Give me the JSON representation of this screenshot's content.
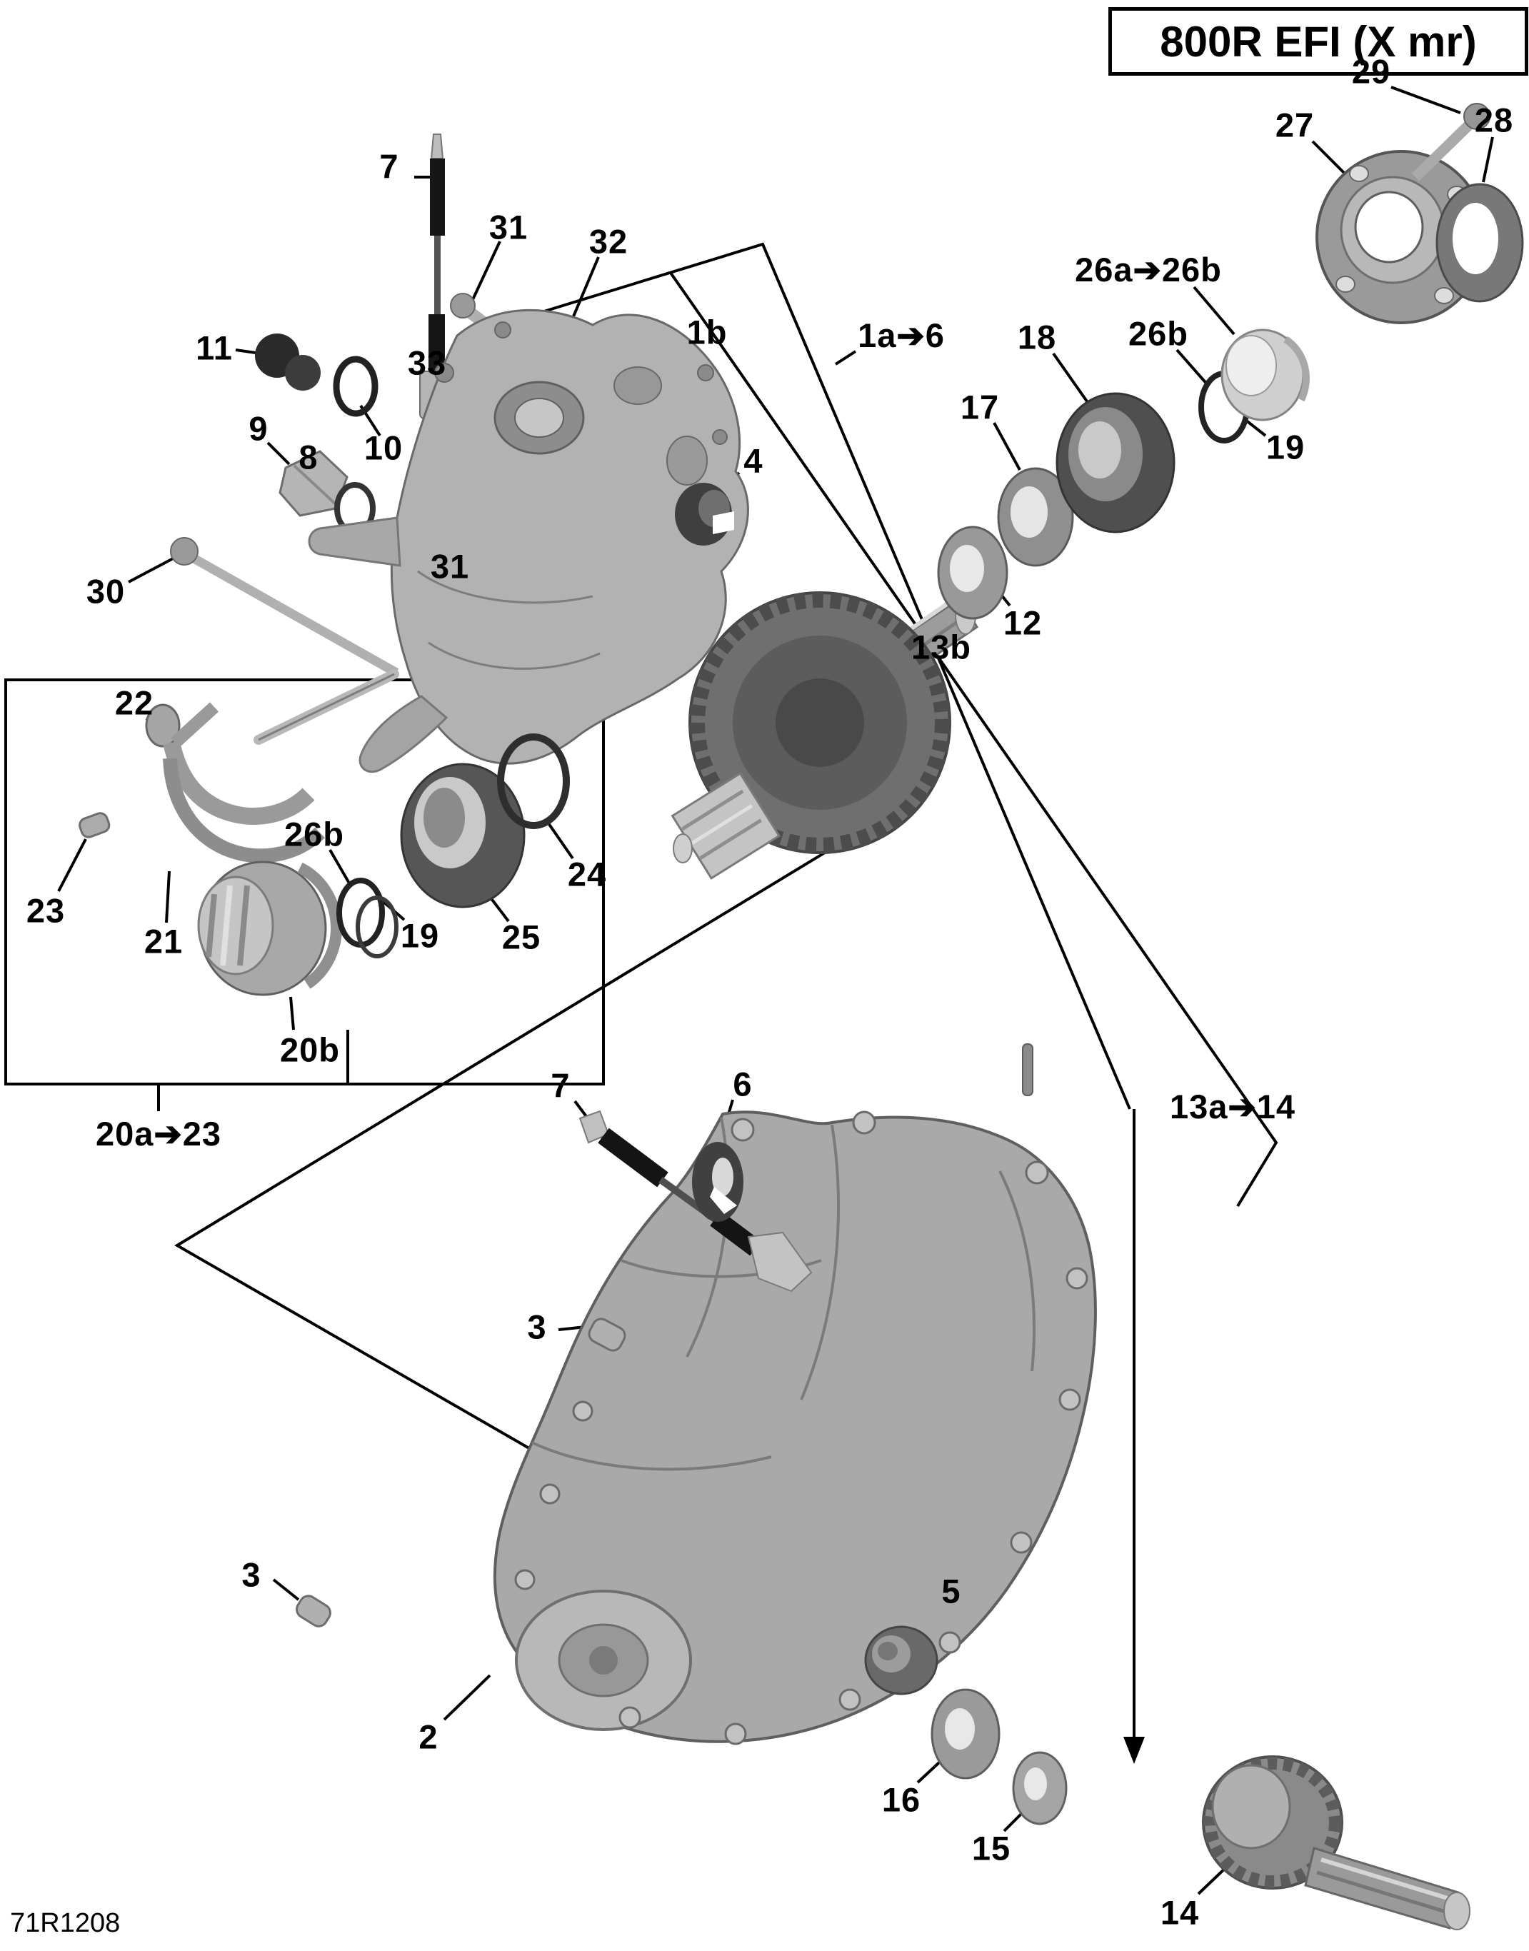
{
  "title": "800R EFI (X mr)",
  "drawing_code": "71R1208",
  "colors": {
    "background": "#ffffff",
    "line": "#000000"
  },
  "callouts": [
    {
      "text": "7"
    },
    {
      "text": "31"
    },
    {
      "text": "32"
    },
    {
      "text": "33"
    },
    {
      "text": "11"
    },
    {
      "text": "10"
    },
    {
      "text": "31"
    },
    {
      "text": "9"
    },
    {
      "text": "8"
    },
    {
      "text": "30"
    },
    {
      "text": "1b"
    },
    {
      "text": "1a➔6"
    },
    {
      "text": "4"
    },
    {
      "text": "29"
    },
    {
      "text": "27"
    },
    {
      "text": "28"
    },
    {
      "text": "26a➔26b"
    },
    {
      "text": "26b"
    },
    {
      "text": "19"
    },
    {
      "text": "18"
    },
    {
      "text": "17"
    },
    {
      "text": "12"
    },
    {
      "text": "13b"
    },
    {
      "text": "22"
    },
    {
      "text": "23"
    },
    {
      "text": "21"
    },
    {
      "text": "26b"
    },
    {
      "text": "19"
    },
    {
      "text": "25"
    },
    {
      "text": "24"
    },
    {
      "text": "20b"
    },
    {
      "text": "20a➔23"
    },
    {
      "text": "7"
    },
    {
      "text": "6"
    },
    {
      "text": "13a➔14"
    },
    {
      "text": "3"
    },
    {
      "text": "3"
    },
    {
      "text": "2"
    },
    {
      "text": "5"
    },
    {
      "text": "16"
    },
    {
      "text": "15"
    },
    {
      "text": "14"
    }
  ]
}
